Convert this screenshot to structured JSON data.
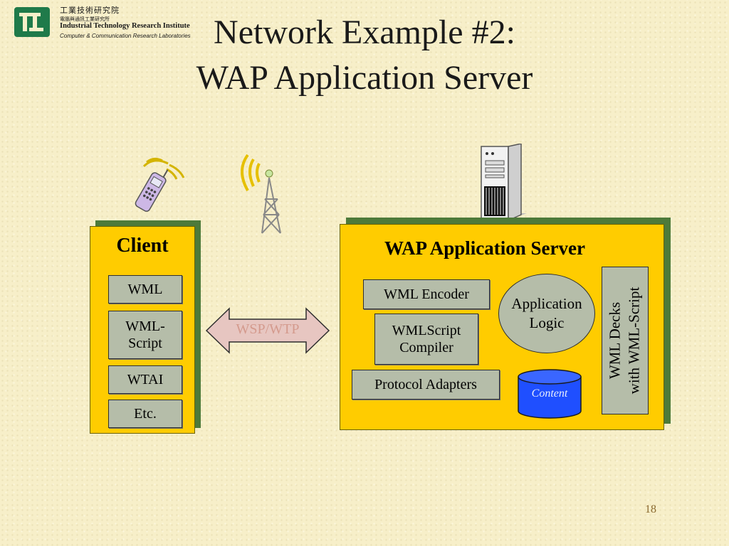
{
  "logo": {
    "zh_line1": "工業技術研究院",
    "zh_line2": "電腦與通訊工業研究所",
    "en_line1": "Industrial Technology Research Institute",
    "en_line2": "Computer & Communication Research Laboratories"
  },
  "title": {
    "line1": "Network Example #2:",
    "line2": "WAP Application Server"
  },
  "client": {
    "title": "Client",
    "items": [
      "WML",
      "WML-\nScript",
      "WTAI",
      "Etc."
    ]
  },
  "arrow": {
    "label": "WSP/WTP"
  },
  "server": {
    "title": "WAP Application Server",
    "wml_encoder": "WML Encoder",
    "wmlscript_compiler": "WMLScript\nCompiler",
    "protocol_adapters": "Protocol Adapters",
    "application_logic": "Application\nLogic",
    "content": "Content",
    "wml_decks": "WML Decks\nwith WML-Script"
  },
  "page_number": "18",
  "colors": {
    "panel_fill": "#ffcc00",
    "panel_shadow": "#4d7a3a",
    "component_fill": "#b5bda9",
    "arrow_fill": "#e7c6c1",
    "database_fill": "#1f4fff",
    "background": "#f7efc9"
  },
  "icons": [
    "mobile-phone-icon",
    "radio-tower-icon",
    "server-tower-icon"
  ]
}
